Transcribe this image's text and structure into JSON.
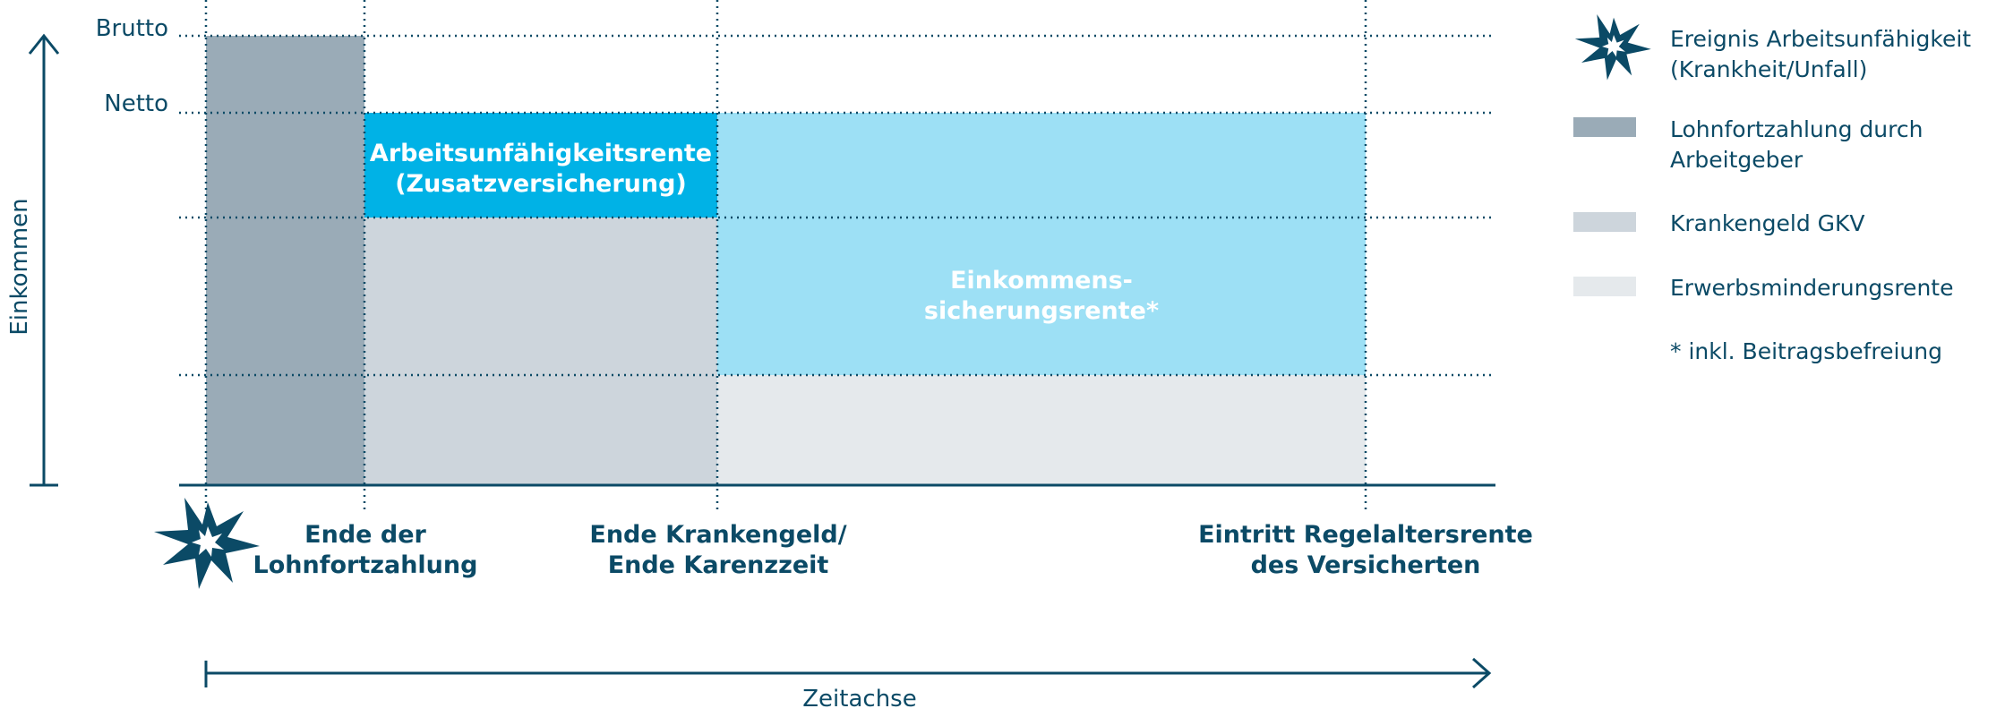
{
  "y_axis": {
    "label": "Einkommen",
    "levels": {
      "brutto": "Brutto",
      "netto": "Netto"
    }
  },
  "x_axis": {
    "label": "Zeitachse"
  },
  "milestones": [
    {
      "line1": "Ende der",
      "line2": "Lohnfortzahlung"
    },
    {
      "line1": "Ende Krankengeld/",
      "line2": "Ende Karenzzeit"
    },
    {
      "line1": "Eintritt Regelaltersrente",
      "line2": "des Versicherten"
    }
  ],
  "blocks": {
    "au_rente": {
      "line1": "Arbeitsunfähigkeitsrente",
      "line2": "(Zusatzversicherung)"
    },
    "einkommen": {
      "line1": "Einkommens-",
      "line2": "sicherungsrente*"
    }
  },
  "legend": {
    "event": {
      "line1": "Ereignis Arbeitsunfähigkeit",
      "line2": "(Krankheit/Unfall)",
      "icon": "star-burst-icon"
    },
    "lohn": {
      "line1": "Lohnfortzahlung durch",
      "line2": "Arbeitgeber",
      "color": "#9aabb7"
    },
    "kranken": {
      "line1": "Krankengeld GKV",
      "color": "#cdd5dc"
    },
    "erwerb": {
      "line1": "Erwerbsminderungsrente",
      "color": "#e5e9ec"
    },
    "note": "* inkl. Beitragsbefreiung"
  },
  "colors": {
    "dark": "#0b4a66",
    "lohn": "#9aabb7",
    "kranken": "#cdd5dc",
    "erwerb": "#e5e9ec",
    "au_rente": "#00b2e6",
    "einkommen": "#9de0f5"
  }
}
